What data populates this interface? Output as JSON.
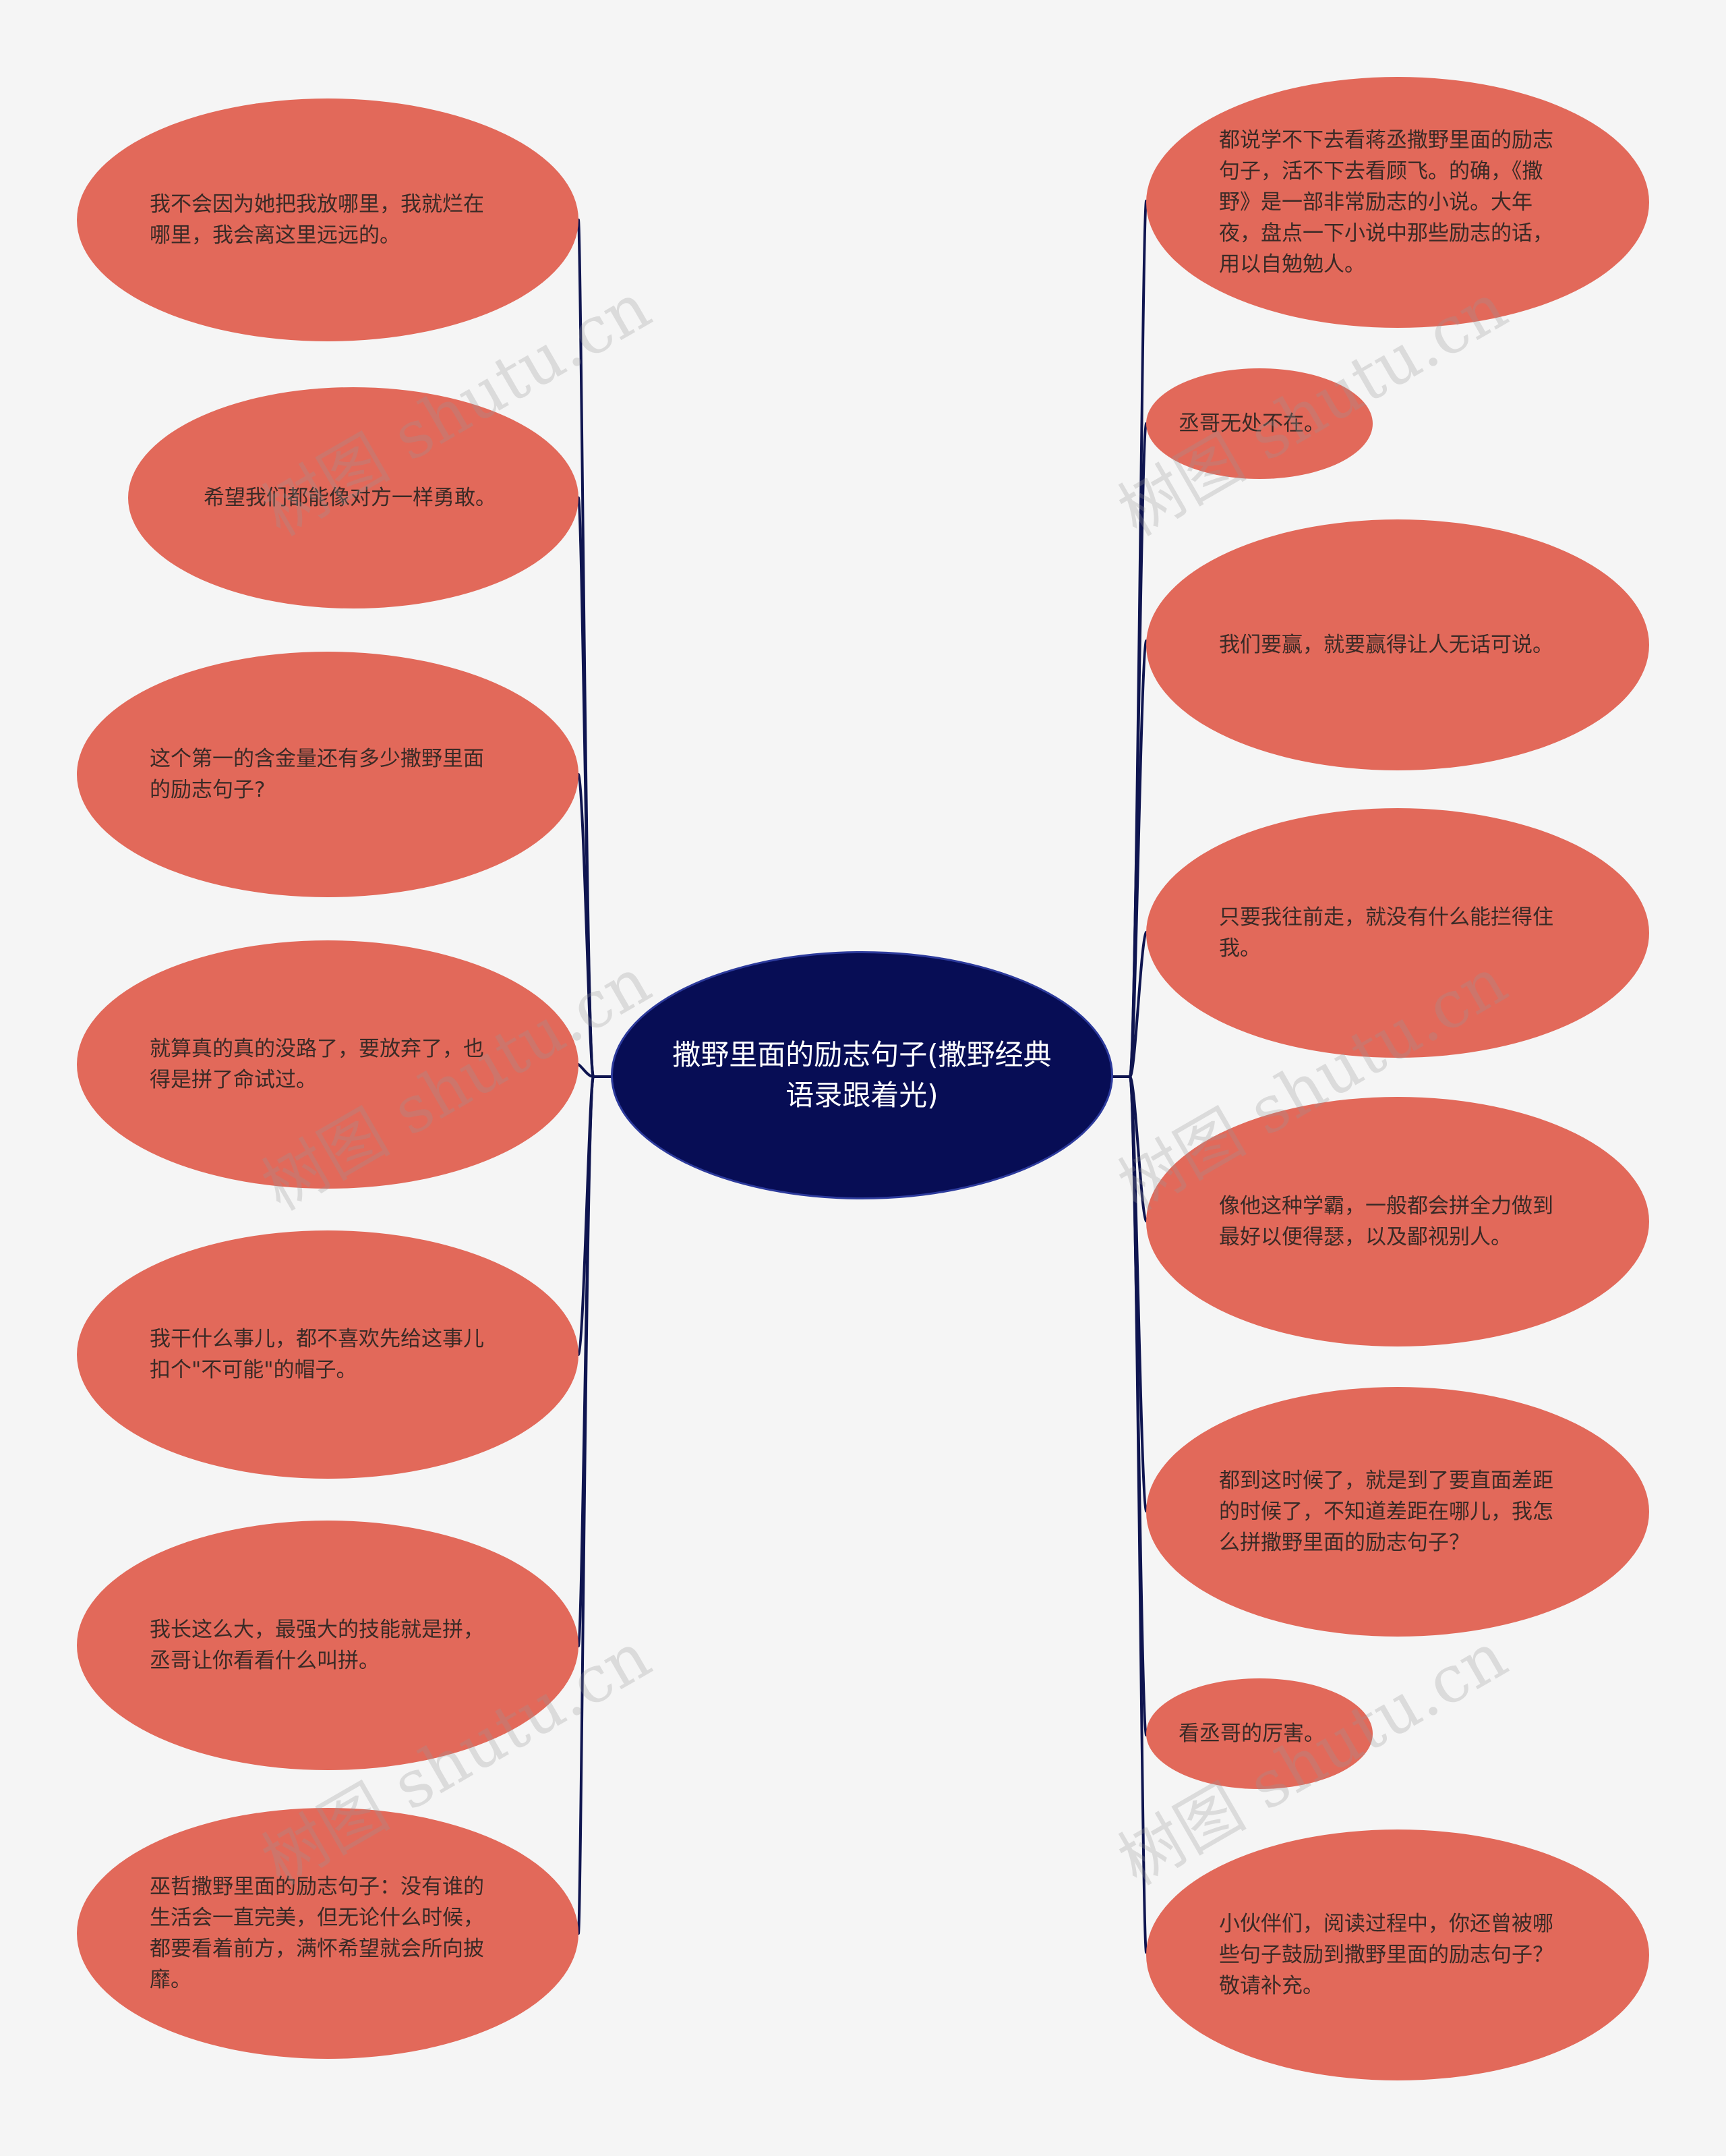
{
  "center": {
    "text": "撒野里面的励志句子(撒野经典语录跟着光)"
  },
  "left_nodes": [
    "我不会因为她把我放哪里，我就烂在哪里，我会离这里远远的。",
    "希望我们都能像对方一样勇敢。",
    "这个第一的含金量还有多少撒野里面的励志句子?",
    "就算真的真的没路了，要放弃了，也得是拼了命试过。",
    "我干什么事儿，都不喜欢先给这事儿扣个\"不可能\"的帽子。",
    "我长这么大，最强大的技能就是拼，丞哥让你看看什么叫拼。",
    "巫哲撒野里面的励志句子：没有谁的生活会一直完美，但无论什么时候，都要看着前方，满怀希望就会所向披靡。"
  ],
  "right_nodes": [
    "都说学不下去看蒋丞撒野里面的励志句子，活不下去看顾飞。的确，《撒野》是一部非常励志的小说。大年夜，盘点一下小说中那些励志的话，用以自勉勉人。",
    "丞哥无处不在。",
    "我们要赢，就要赢得让人无话可说。",
    "只要我往前走，就没有什么能拦得住我。",
    "像他这种学霸，一般都会拼全力做到最好以便得瑟，以及鄙视别人。",
    "都到这时候了，就是到了要直面差距的时候了，不知道差距在哪儿，我怎么拼撒野里面的励志句子？",
    "看丞哥的厉害。",
    "小伙伴们，阅读过程中，你还曾被哪些句子鼓励到撒野里面的励志句子？敬请补充。"
  ],
  "watermark": "树图 shutu.cn",
  "colors": {
    "background": "#f5f5f5",
    "node": "#e2695a",
    "center": "#070d55",
    "line": "#0f1550"
  }
}
